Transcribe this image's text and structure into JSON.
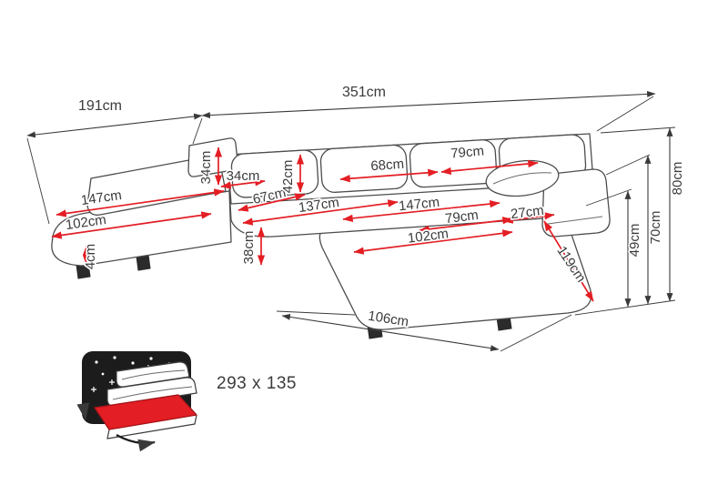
{
  "colors": {
    "dimension_red": "#e31e24",
    "line_dark": "#3a3a3a"
  },
  "dims": {
    "left_side_depth": "191cm",
    "overall_width": "351cm",
    "total_height": "80cm",
    "armrest_height": "70cm",
    "seat_height": "49cm",
    "headrest_height": "34cm",
    "headrest_depth": "34cm",
    "left_chaise_length": "147cm",
    "left_chaise_seat": "102cm",
    "left_trim_height": "4cm",
    "corner_seat_width": "67cm",
    "backrest_cushion_height": "42cm",
    "middle_seat_length": "137cm",
    "seat_depth": "38cm",
    "back_cushion_width_1": "68cm",
    "back_cushion_width_2": "79cm",
    "right_seat_length": "147cm",
    "right_seat_width": "79cm",
    "armrest_width": "27cm",
    "right_chaise_length": "102cm",
    "right_chaise_side": "119cm",
    "right_chaise_front": "106cm"
  },
  "sleeping_area": {
    "label": "293 x 135"
  },
  "icons": {
    "sleeper_sofa": "fold-out-bed-icon"
  }
}
